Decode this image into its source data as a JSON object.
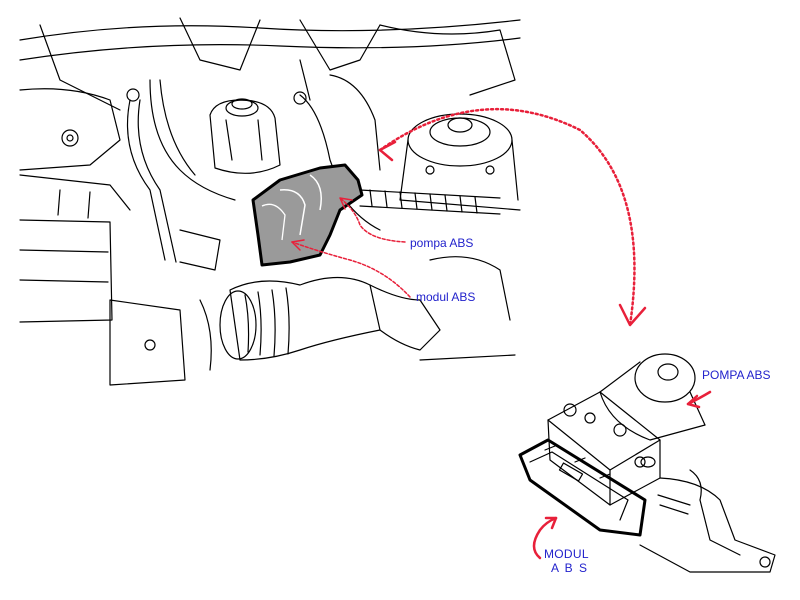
{
  "labels": {
    "pompa_small": "pompa ABS",
    "modul_small": "modul ABS",
    "pompa_big": "POMPA  ABS",
    "modul_big_line1": "MODUL",
    "modul_big_line2": "A B S"
  },
  "colors": {
    "label_text": "#2222cc",
    "arrow": "#e8203a",
    "line_art": "#000000",
    "highlight": "#9a9a9a"
  }
}
